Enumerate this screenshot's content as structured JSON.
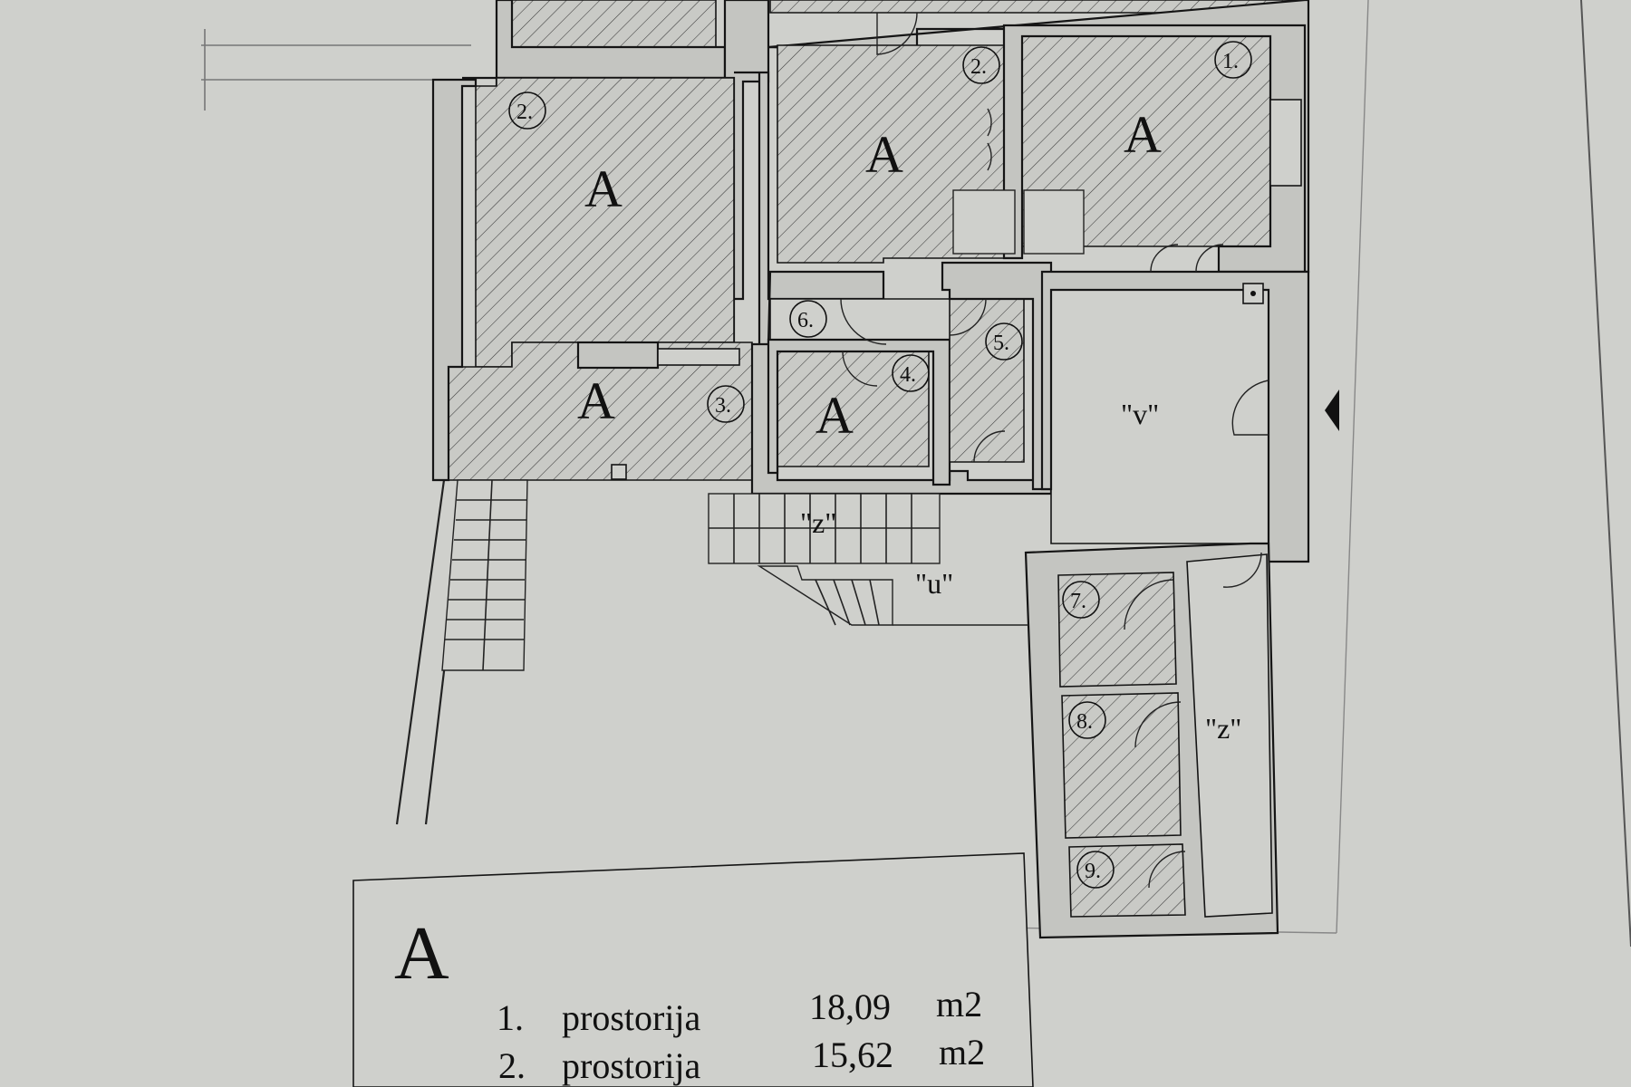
{
  "plan": {
    "area_label": "A",
    "room_numbers": [
      "1.",
      "2.",
      "2.",
      "3.",
      "4.",
      "5.",
      "6.",
      "7.",
      "8.",
      "9."
    ],
    "zone_v": "\"v\"",
    "zone_z_upper": "\"z\"",
    "zone_u": "\"u\"",
    "zone_z_right": "\"z\""
  },
  "legend": {
    "title": "A",
    "rows": [
      {
        "num": "1.",
        "name": "prostorija",
        "value": "18,09",
        "unit": "m2"
      },
      {
        "num": "2.",
        "name": "prostorija",
        "value": "15,62",
        "unit": "m2"
      }
    ]
  }
}
